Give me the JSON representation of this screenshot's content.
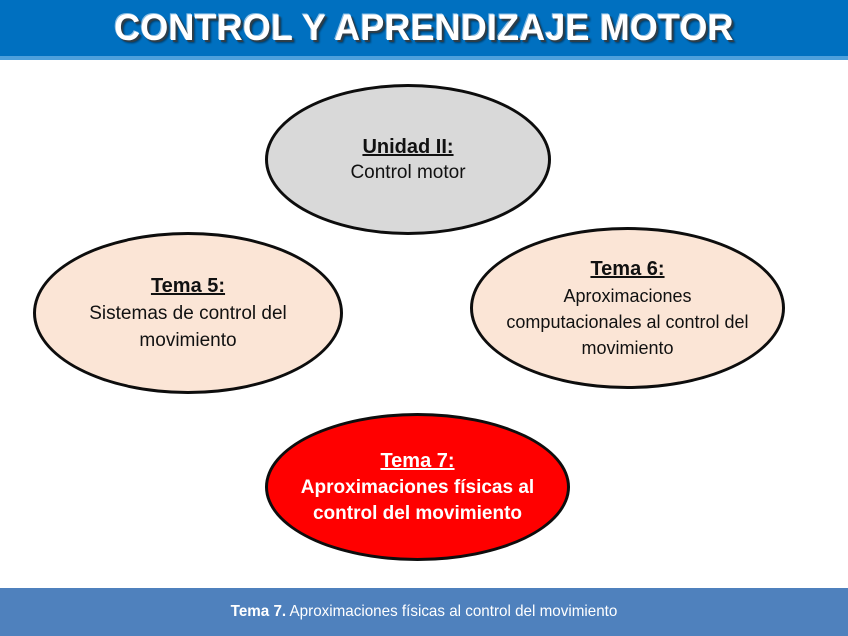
{
  "header": {
    "title": "CONTROL Y APRENDIZAJE MOTOR",
    "background_color": "#0070C0",
    "underline_color": "#4EA0DC",
    "text_color": "#FFFFFF"
  },
  "diagram": {
    "nodes": [
      {
        "id": "unidad-ii",
        "title": "Unidad II:",
        "body": "Control motor",
        "fill_color": "#D9D9D9",
        "text_color": "#111111",
        "border_color": "#0D0D0D"
      },
      {
        "id": "tema-5",
        "title": "Tema 5:",
        "body_line_1": "Sistemas de control del",
        "body_line_2": "movimiento",
        "fill_color": "#FBE5D6",
        "text_color": "#111111",
        "border_color": "#0D0D0D"
      },
      {
        "id": "tema-6",
        "title": "Tema 6:",
        "body_line_1": "Aproximaciones",
        "body_line_2": "computacionales al control del",
        "body_line_3": "movimiento",
        "fill_color": "#FBE5D6",
        "text_color": "#111111",
        "border_color": "#0D0D0D"
      },
      {
        "id": "tema-7",
        "title": "Tema 7:",
        "body_line_1": "Aproximaciones físicas al",
        "body_line_2": "control del movimiento",
        "fill_color": "#FF0000",
        "text_color": "#FFFFFF",
        "border_color": "#0D0D0D"
      }
    ]
  },
  "footer": {
    "label_strong": "Tema 7.",
    "label_rest": " Aproximaciones físicas al control del movimiento",
    "background_color": "#4F81BD",
    "text_color": "#FFFFFF"
  }
}
